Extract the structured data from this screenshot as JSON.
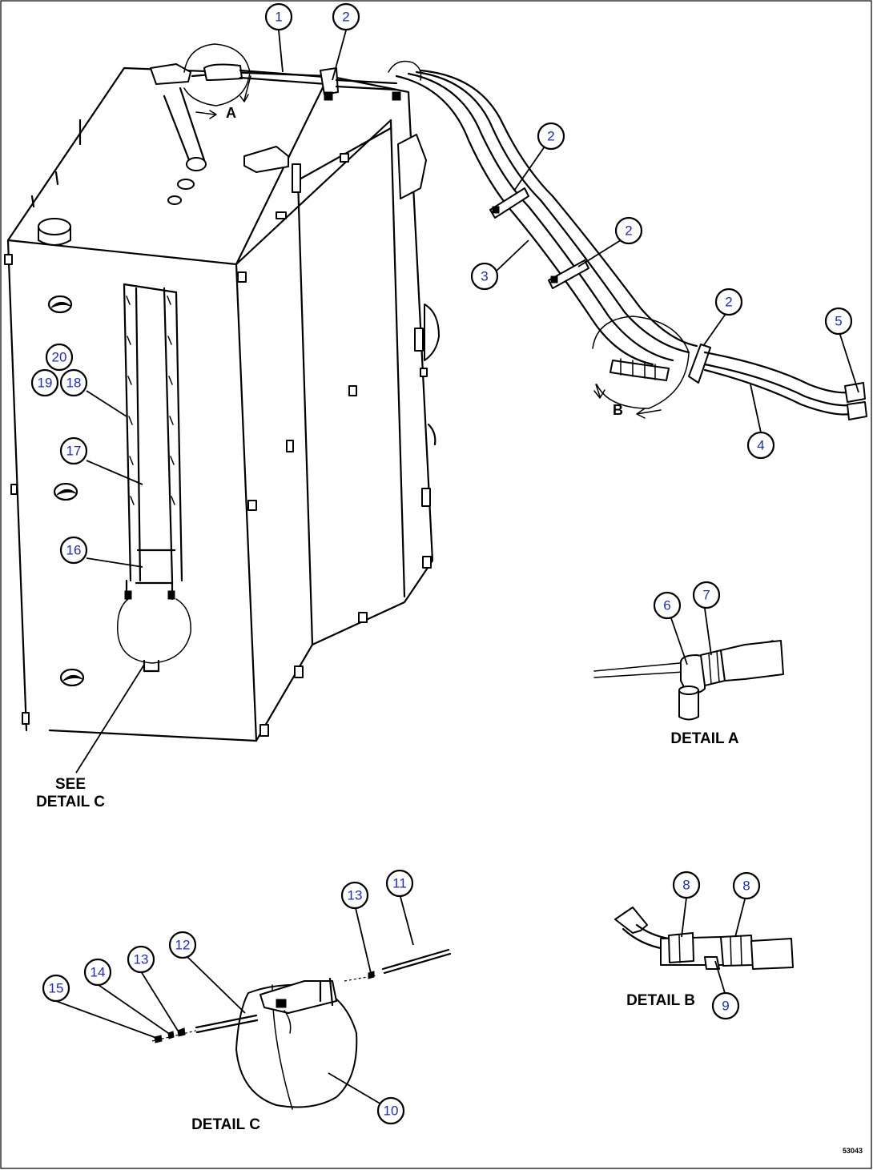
{
  "labels": {
    "see_detail_c_line1": "SEE",
    "see_detail_c_line2": "DETAIL C",
    "detail_a": "DETAIL A",
    "detail_b": "DETAIL B",
    "detail_c": "DETAIL C",
    "view_a": "A",
    "view_b": "B",
    "figure_id": "53043"
  },
  "callouts": [
    {
      "num": "1"
    },
    {
      "num": "2"
    },
    {
      "num": "2"
    },
    {
      "num": "2"
    },
    {
      "num": "2"
    },
    {
      "num": "3"
    },
    {
      "num": "4"
    },
    {
      "num": "5"
    },
    {
      "num": "6"
    },
    {
      "num": "7"
    },
    {
      "num": "8"
    },
    {
      "num": "8"
    },
    {
      "num": "9"
    },
    {
      "num": "10"
    },
    {
      "num": "11"
    },
    {
      "num": "12"
    },
    {
      "num": "13"
    },
    {
      "num": "13"
    },
    {
      "num": "14"
    },
    {
      "num": "15"
    },
    {
      "num": "16"
    },
    {
      "num": "17"
    },
    {
      "num": "18"
    },
    {
      "num": "19"
    },
    {
      "num": "20"
    }
  ],
  "colors": {
    "callout_number": "#1a2bd6",
    "line": "#000000",
    "background": "#ffffff"
  }
}
